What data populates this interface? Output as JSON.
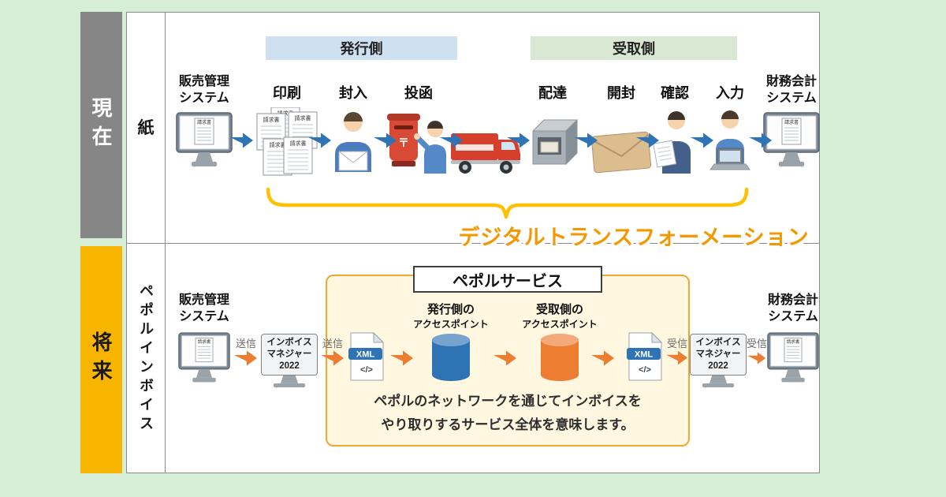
{
  "canvas": {
    "background": "#d6eed6"
  },
  "labels": {
    "invoice_doc": "請求書",
    "xml": "XML",
    "xml_code": "</>",
    "post_mark": "〒"
  },
  "colors": {
    "background_green": "#d6eed6",
    "era_current_bg": "#868686",
    "era_future_bg": "#f7b500",
    "issuer_header_bg": "#cfe0f1",
    "receiver_header_bg": "#d9e8d2",
    "flow_arrow_blue": "#2e74b5",
    "flow_arrow_orange": "#ed7d31",
    "dx_text": "#f39800",
    "brace": "#ffc000",
    "service_border": "#f0a832",
    "service_bg": "#fff7df",
    "issuer_cylinder": "#2e74b5",
    "receiver_cylinder": "#ed7d31"
  },
  "systems": {
    "sales": {
      "line1": "販売管理",
      "line2": "システム"
    },
    "finance": {
      "line1": "財務会計",
      "line2": "システム"
    }
  },
  "current": {
    "era_label": "現在",
    "medium_label": "紙",
    "issuer_header": "発行側",
    "receiver_header": "受取側",
    "steps": {
      "print": "印刷",
      "enclose": "封入",
      "post": "投函",
      "deliver": "配達",
      "open": "開封",
      "check": "確認",
      "input": "入力"
    },
    "dx_caption": "デジタルトランスフォーメーション"
  },
  "future": {
    "era_label": "将来",
    "medium_label": "ペポルインボイス",
    "send_label": "送信",
    "receive_label": "受信",
    "invoice_manager": {
      "line1": "インボイス",
      "line2": "マネジャー",
      "line3": "2022"
    },
    "issuer_ap": {
      "line1": "発行側の",
      "line2": "アクセスポイント"
    },
    "receiver_ap": {
      "line1": "受取側の",
      "line2": "アクセスポイント"
    },
    "service": {
      "title": "ペポルサービス",
      "desc1": "ペポルのネットワークを通じてインボイスを",
      "desc2": "やり取りするサービス全体を意味します。"
    }
  }
}
